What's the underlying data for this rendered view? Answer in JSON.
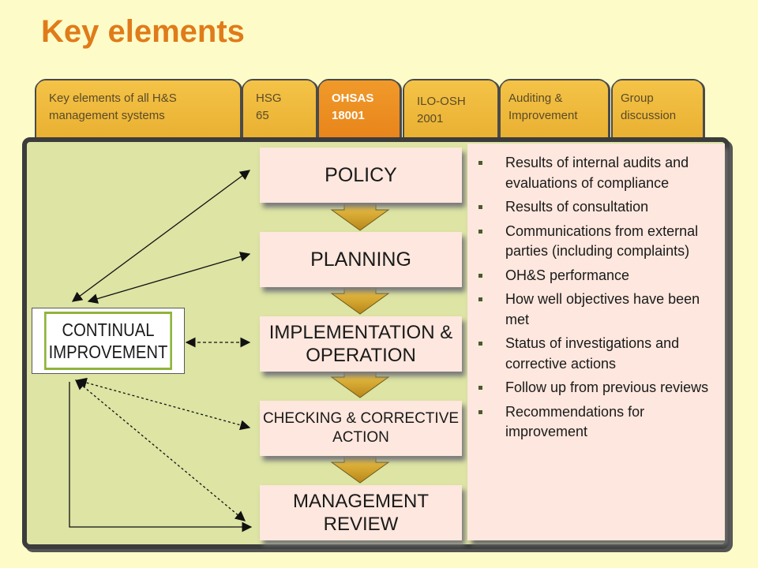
{
  "title": "Key elements",
  "tabs": [
    {
      "label": "Key elements of all H&S management systems",
      "active": false
    },
    {
      "label": "HSG 65",
      "active": false
    },
    {
      "label": "OHSAS 18001",
      "active": true
    },
    {
      "label": "ILO-OSH 2001",
      "active": false
    },
    {
      "label": "Auditing & Improvement",
      "active": false
    },
    {
      "label": "Group discussion",
      "active": false
    }
  ],
  "diagram": {
    "continual_improvement": "CONTINUAL IMPROVEMENT",
    "steps": [
      "POLICY",
      "PLANNING",
      "IMPLEMENTATION & OPERATION",
      "CHECKING & CORRECTIVE ACTION",
      "MANAGEMENT REVIEW"
    ],
    "inputs": [
      "Results of internal audits and evaluations of compliance",
      "Results of consultation",
      "Communications from external parties (including complaints)",
      "OH&S performance",
      "How well objectives have been met",
      "Status of investigations and corrective actions",
      "Follow up from previous reviews",
      "Recommendations for improvement"
    ]
  },
  "colors": {
    "title": "#e07b1a",
    "tab": "#f4c347",
    "tab_active": "#e8841a",
    "panel": "#dde4a4",
    "box": "#fde7de",
    "arrow_gold": "#d4a82a"
  }
}
